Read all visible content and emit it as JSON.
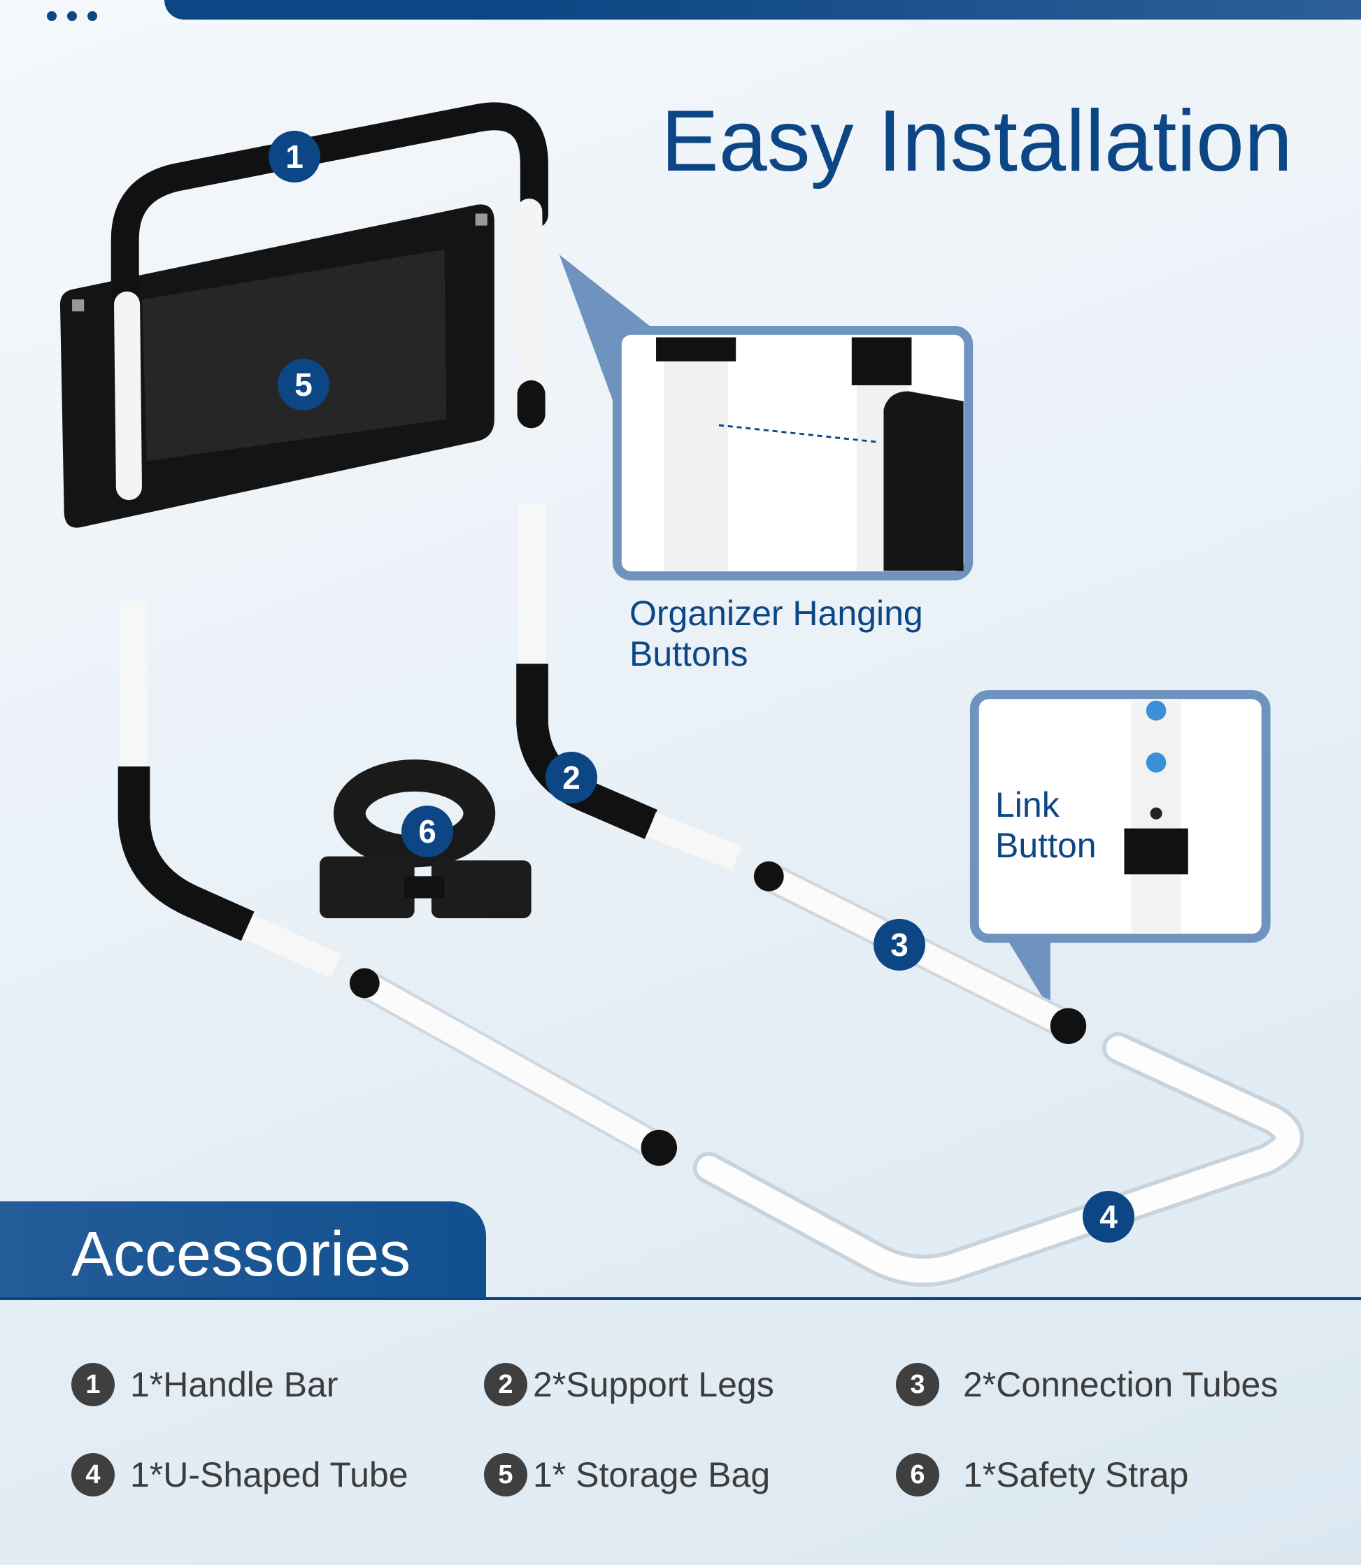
{
  "header": {
    "title": "Easy Installation"
  },
  "callouts": {
    "organizer": "Organizer Hanging Buttons",
    "link": "Link Button"
  },
  "badges": [
    "1",
    "2",
    "3",
    "4",
    "5",
    "6"
  ],
  "accessories": {
    "title": "Accessories",
    "items": [
      {
        "num": "1",
        "label": "1*Handle Bar"
      },
      {
        "num": "2",
        "label": "2*Support Legs"
      },
      {
        "num": "3",
        "label": "2*Connection Tubes"
      },
      {
        "num": "4",
        "label": "1*U-Shaped Tube"
      },
      {
        "num": "5",
        "label": "1* Storage Bag"
      },
      {
        "num": "6",
        "label": "1*Safety Strap"
      }
    ]
  },
  "colors": {
    "brand": "#0c4684",
    "callout_border": "#6f93bf",
    "text": "#3c3c3c"
  }
}
